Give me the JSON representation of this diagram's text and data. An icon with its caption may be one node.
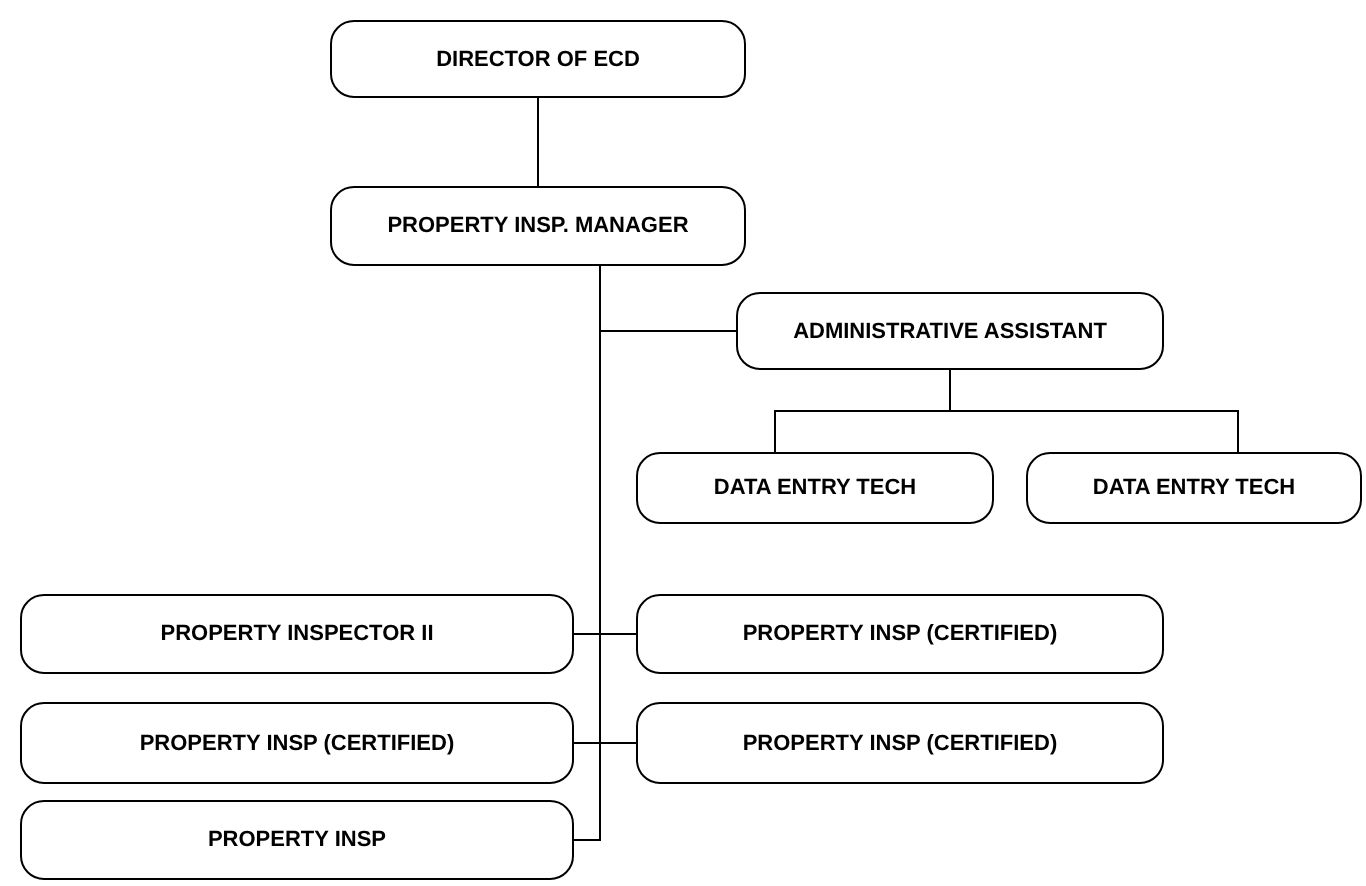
{
  "diagram": {
    "nodes": [
      {
        "text": [
          "DIRECTOR OF ECD"
        ]
      },
      {
        "text": [
          "PROPERTY INSP. MANAGER"
        ]
      },
      {
        "text": [
          "ADMINISTRATIVE ASSISTANT"
        ]
      },
      {
        "text": [
          "DATA ENTRY TECH"
        ]
      },
      {
        "text": [
          "DATA ENTRY TECH"
        ]
      },
      {
        "text": [
          "PROPERTY INSPECTOR II"
        ]
      },
      {
        "text": [
          "PROPERTY INSP (CERTIFIED)"
        ]
      },
      {
        "text": [
          "PROPERTY INSP (CERTIFIED)"
        ]
      },
      {
        "text": [
          "PROPERTY INSP (CERTIFIED)"
        ]
      },
      {
        "text": [
          "PROPERTY INSP"
        ]
      }
    ],
    "edges": [
      {
        "from": 0,
        "to": 1,
        "arrow": "none"
      },
      {
        "from": 1,
        "to": 2,
        "arrow": "none"
      },
      {
        "from": 2,
        "to": 3,
        "arrow": "none"
      },
      {
        "from": 2,
        "to": 4,
        "arrow": "none"
      },
      {
        "from": 1,
        "to": 5,
        "arrow": "none"
      },
      {
        "from": 1,
        "to": 6,
        "arrow": "none"
      },
      {
        "from": 1,
        "to": 7,
        "arrow": "none"
      },
      {
        "from": 1,
        "to": 8,
        "arrow": "none"
      },
      {
        "from": 1,
        "to": 9,
        "arrow": "none"
      }
    ]
  }
}
